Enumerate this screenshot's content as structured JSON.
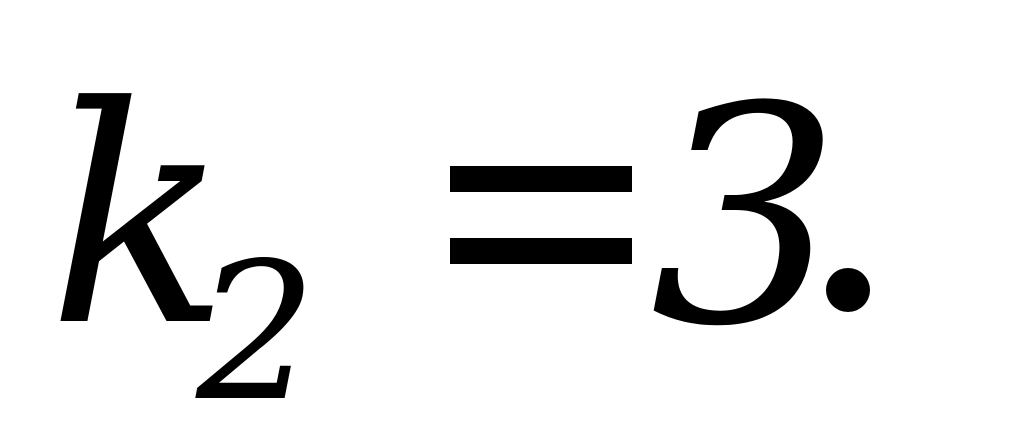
{
  "formula": {
    "variable": "k",
    "subscript": "2",
    "operator": "=",
    "value": "3",
    "terminator": "."
  },
  "colors": {
    "background": "#ffffff",
    "text": "#000000"
  }
}
